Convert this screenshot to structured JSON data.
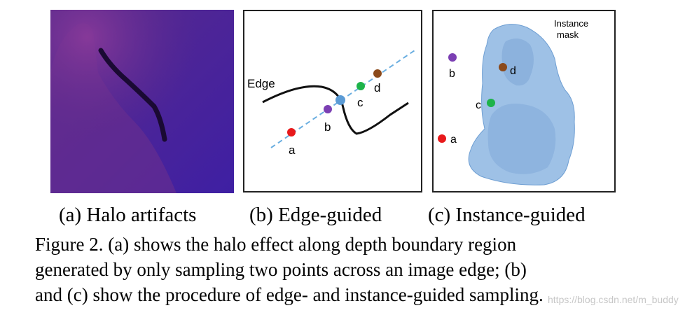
{
  "figure": {
    "panels": {
      "a": {
        "caption": "(a) Halo artifacts"
      },
      "b": {
        "caption": "(b) Edge-guided",
        "edge_label": "Edge",
        "points": [
          {
            "label": "a",
            "color": "#e8191b"
          },
          {
            "label": "b",
            "color": "#7b3fb3"
          },
          {
            "label": "c",
            "color": "#1db34a"
          },
          {
            "label": "d",
            "color": "#8b4a1b"
          }
        ],
        "edge_point_color": "#5b9bd5",
        "guide_line_color": "#6aaee0"
      },
      "c": {
        "caption": "(c) Instance-guided",
        "mask_label_line1": "Instance",
        "mask_label_line2": "mask",
        "mask_color": "#9ec1e6",
        "points": [
          {
            "label": "a",
            "color": "#e8191b"
          },
          {
            "label": "b",
            "color": "#7b3fb3"
          },
          {
            "label": "c",
            "color": "#1db34a"
          },
          {
            "label": "d",
            "color": "#8b4a1b"
          }
        ]
      }
    },
    "caption_lines": [
      "Figure 2. (a) shows the halo effect along depth boundary region",
      "generated by only sampling two points across an image edge; (b)",
      "and (c) show the procedure of edge- and instance-guided sampling."
    ],
    "watermark": "https://blog.csdn.net/m_buddy"
  }
}
